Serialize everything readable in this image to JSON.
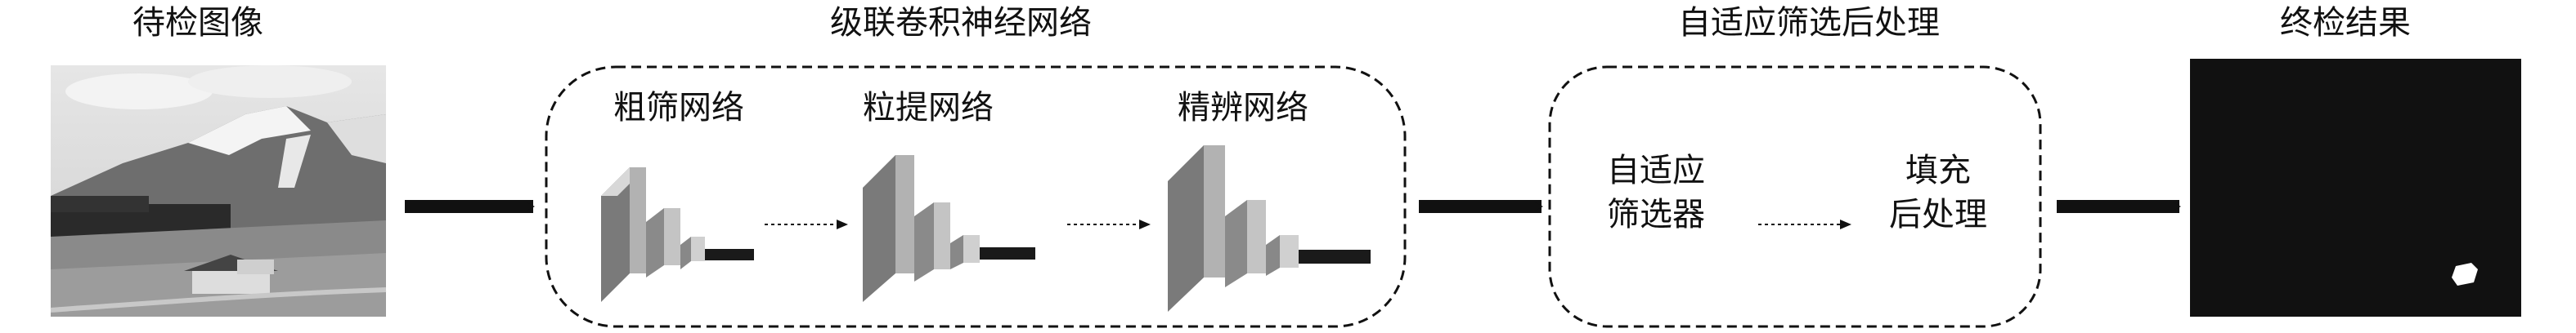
{
  "stages": {
    "input_title": "待检图像",
    "cascade_title": "级联卷积神经网络",
    "post_title": "自适应筛选后处理",
    "output_title": "终检结果"
  },
  "networks": {
    "coarse": "粗筛网络",
    "fine": "粒提网络",
    "refine": "精辨网络"
  },
  "post": {
    "filter_line1": "自适应",
    "filter_line2": "筛选器",
    "fill_line1": "填充",
    "fill_line2": "后处理"
  },
  "colors": {
    "block_front": "#b2b2b2",
    "block_side": "#7a7a7a",
    "block_top": "#d8d8d8",
    "arrow": "#111111",
    "output_bg": "#111111"
  }
}
